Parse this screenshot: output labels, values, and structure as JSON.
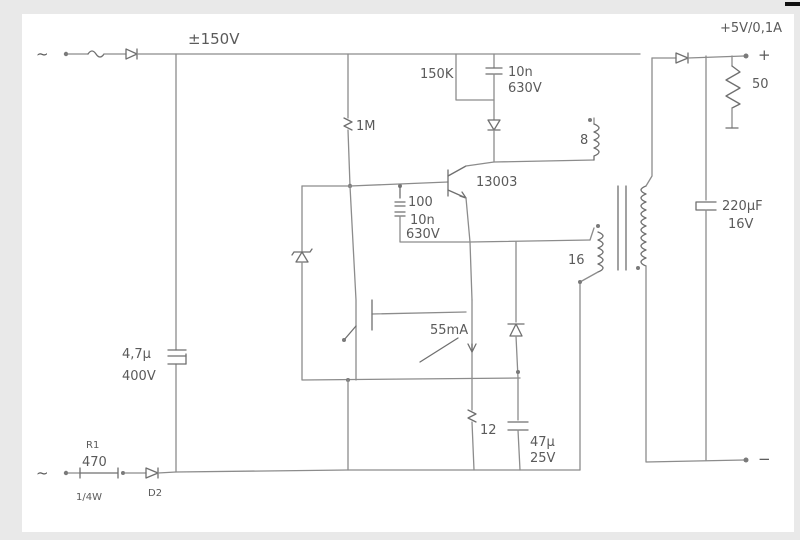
{
  "schematic": {
    "input_top_symbol": "~",
    "input_bottom_symbol": "~",
    "bus_voltage": "±150V",
    "output_rating": "+5V/0,1A",
    "output_plus": "+",
    "output_minus": "−",
    "labels": {
      "r_150k": "150K",
      "c_10n_top": "10n",
      "c_10n_top_v": "630V",
      "winding_8": "8",
      "r_1m": "1M",
      "transistor": "13003",
      "r_100": "100",
      "c_10n_mid": "10n",
      "c_10n_mid_v": "630V",
      "winding_16": "16",
      "current": "55mA",
      "c_47u": "4,7µ",
      "c_47u_v": "400V",
      "r_12": "12",
      "c_47m": "47µ",
      "c_47m_v": "25V",
      "r1_name": "R1",
      "r1_value": "470",
      "r1_power": "1/4W",
      "d2_name": "D2",
      "r_50": "50",
      "c_220u": "220µF",
      "c_220u_v": "16V"
    }
  }
}
